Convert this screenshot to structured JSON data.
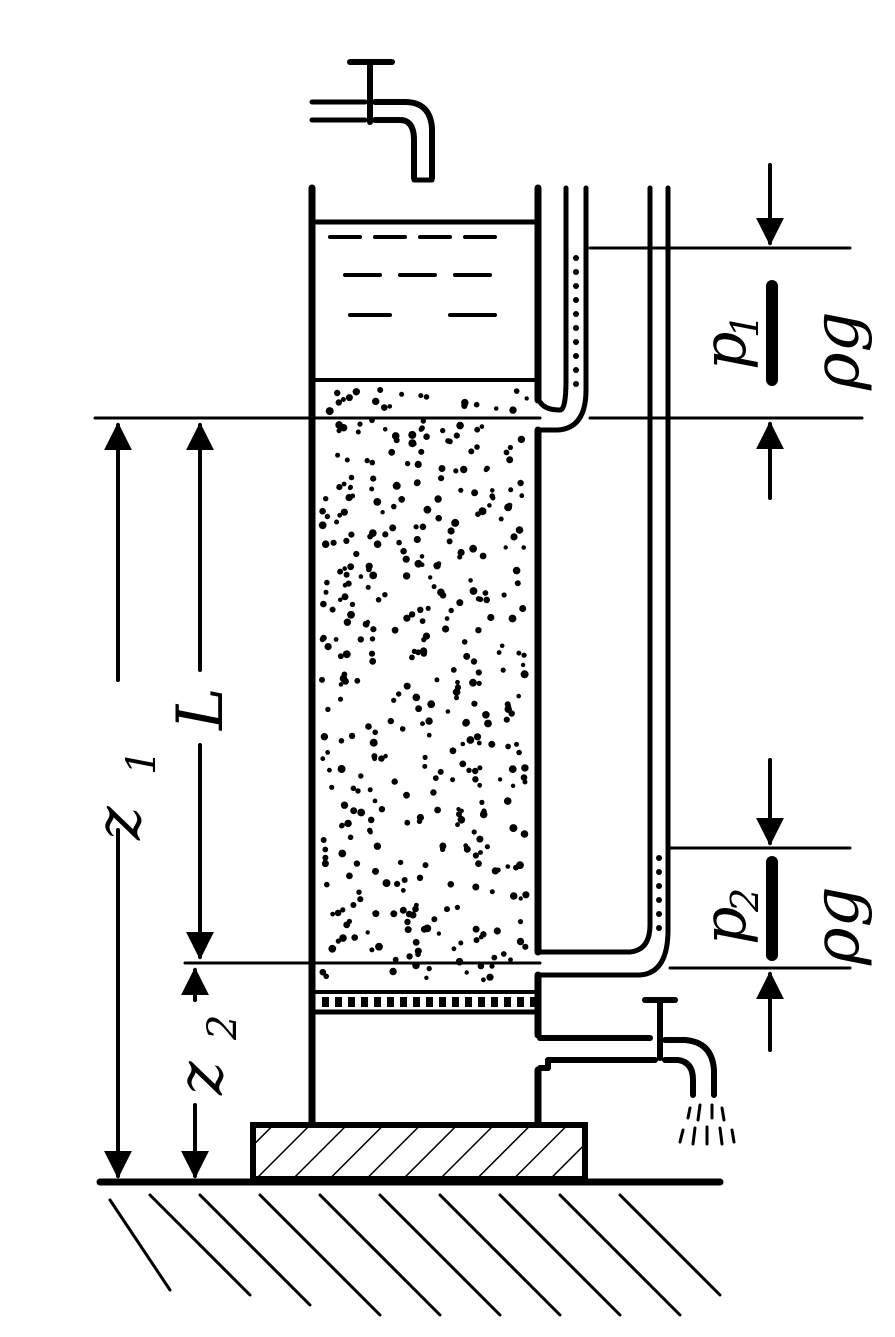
{
  "diagram": {
    "labels": {
      "z1": "z",
      "z1_sub": "1",
      "z2": "z",
      "z2_sub": "2",
      "L": "L",
      "p1": "p",
      "p1_sub": "1",
      "p2": "p",
      "p2_sub": "2",
      "rho_g_top": "ρg",
      "rho_g_bottom": "ρg"
    },
    "colors": {
      "ink": "#000000",
      "background": "#ffffff"
    }
  }
}
